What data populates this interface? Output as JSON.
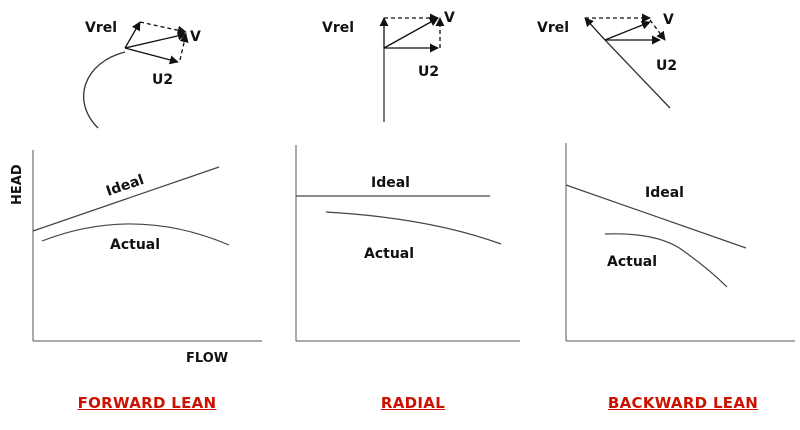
{
  "panels": [
    {
      "caption": "FORWARD LEAN",
      "labels": {
        "vrel": "Vrel",
        "v": "V",
        "u2": "U2",
        "ideal": "Ideal",
        "actual": "Actual"
      }
    },
    {
      "caption": "RADIAL",
      "labels": {
        "vrel": "Vrel",
        "v": "V",
        "u2": "U2",
        "ideal": "Ideal",
        "actual": "Actual"
      }
    },
    {
      "caption": "BACKWARD LEAN",
      "labels": {
        "vrel": "Vrel",
        "v": "V",
        "u2": "U2",
        "ideal": "Ideal",
        "actual": "Actual"
      }
    }
  ],
  "axes": {
    "y_label": "HEAD",
    "x_label": "FLOW"
  },
  "colors": {
    "caption": "#cc1100",
    "line": "#111111"
  }
}
